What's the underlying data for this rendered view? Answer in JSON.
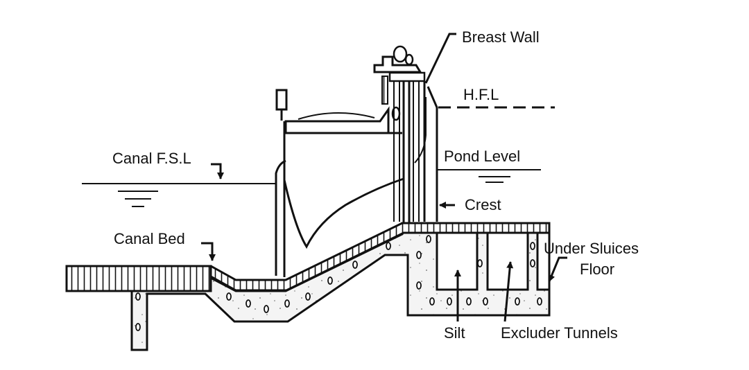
{
  "labels": {
    "breast_wall": "Breast Wall",
    "hfl": "H.F.L",
    "canal_fsl": "Canal F.S.L",
    "pond_level": "Pond Level",
    "crest": "Crest",
    "canal_bed": "Canal Bed",
    "under_sluices": "Under Sluices",
    "floor": "Floor",
    "silt": "Silt",
    "excluder_tunnels": "Excluder Tunnels"
  },
  "colors": {
    "ink": "#111111",
    "background": "#ffffff",
    "concrete_fill": "#f4f4f4"
  }
}
